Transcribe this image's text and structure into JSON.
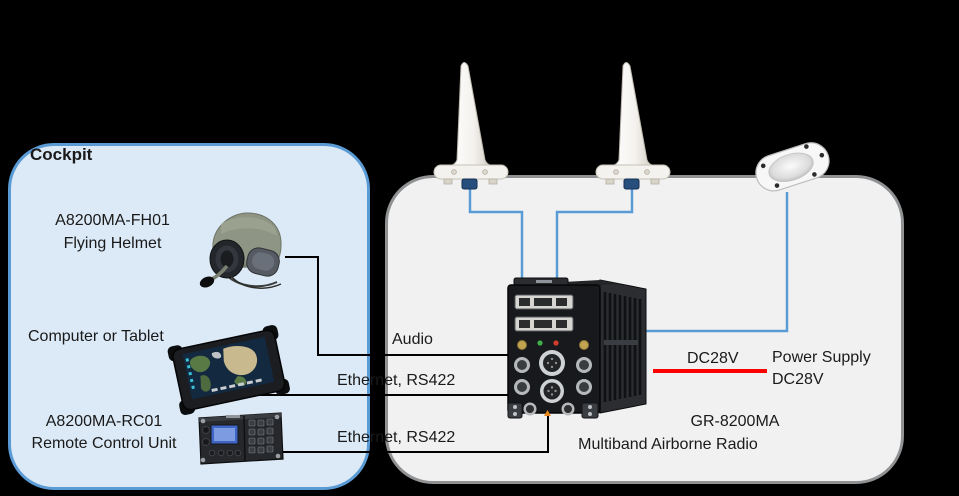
{
  "cockpit": {
    "title": "Cockpit",
    "helmet_label_line1": "A8200MA-FH01",
    "helmet_label_line2": "Flying Helmet",
    "tablet_label": "Computer or Tablet",
    "rcu_label_line1": "A8200MA-RC01",
    "rcu_label_line2": "Remote Control Unit"
  },
  "airframe": {
    "radio_name_line1": "GR-8200MA",
    "radio_name_line2": "Multiband Airborne Radio",
    "power_label_line1": "Power Supply",
    "power_label_line2": "DC28V",
    "dc_label": "DC28V"
  },
  "connections": {
    "audio_label": "Audio",
    "ethernet_tablet_label": "Ethernet, RS422",
    "ethernet_rcu_label": "Ethernet, RS422"
  },
  "colors": {
    "cockpit_fill": "#dce9f6",
    "cockpit_border": "#5b9bd5",
    "airframe_fill": "#f1f1f2",
    "airframe_border": "#8f9193",
    "cable_blue": "#5b9bd5",
    "power_red": "#ff0000",
    "line_black": "#000000"
  }
}
